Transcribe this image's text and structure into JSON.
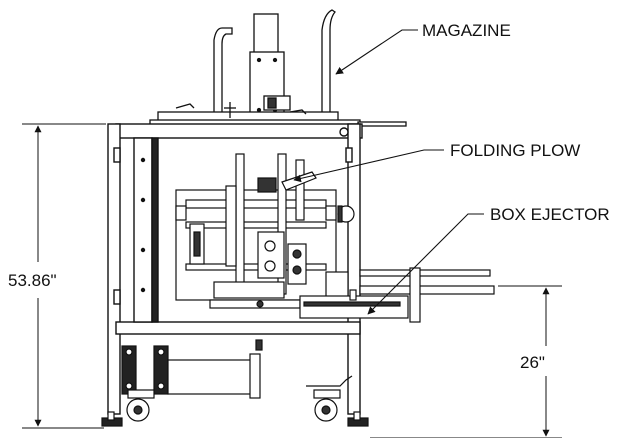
{
  "labels": {
    "magazine": "MAGAZINE",
    "folding_plow": "FOLDING PLOW",
    "box_ejector": "BOX EJECTOR"
  },
  "dimensions": {
    "overall_height": "53.86\"",
    "conveyor_height": "26\""
  }
}
